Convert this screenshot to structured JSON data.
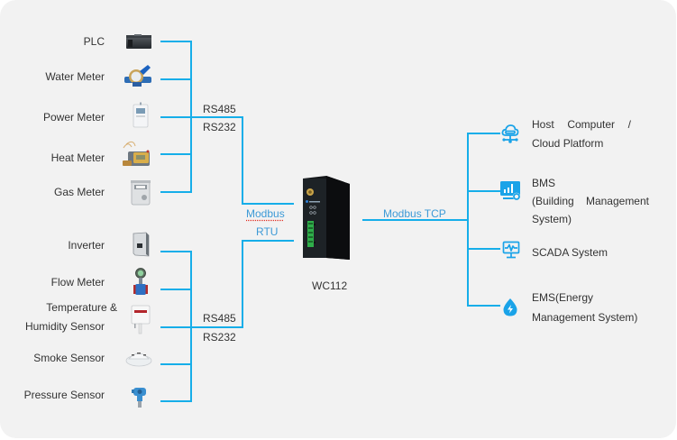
{
  "diagram": {
    "left_groups": [
      {
        "devices": [
          {
            "label": "PLC",
            "icon": "plc-icon"
          },
          {
            "label": "Water Meter",
            "icon": "water-meter-icon"
          },
          {
            "label": "Power Meter",
            "icon": "power-meter-icon"
          },
          {
            "label": "Heat Meter",
            "icon": "heat-meter-icon"
          },
          {
            "label": "Gas Meter",
            "icon": "gas-meter-icon"
          }
        ],
        "bus_labels": [
          "RS485",
          "RS232"
        ]
      },
      {
        "devices": [
          {
            "label": "Inverter",
            "icon": "inverter-icon"
          },
          {
            "label": "Flow Meter",
            "icon": "flow-meter-icon"
          },
          {
            "label_lines": [
              "Temperature &",
              "Humidity Sensor"
            ],
            "icon": "temperature-humidity-sensor-icon"
          },
          {
            "label": "Smoke Sensor",
            "icon": "smoke-sensor-icon"
          },
          {
            "label": "Pressure Sensor",
            "icon": "pressure-sensor-icon"
          }
        ],
        "bus_labels": [
          "RS485",
          "RS232"
        ]
      }
    ],
    "protocol_in": [
      "Modbus",
      "RTU"
    ],
    "gateway": {
      "name": "WC112",
      "icon": "gateway-device-icon"
    },
    "protocol_out": "Modbus TCP",
    "targets": [
      {
        "lines": [
          "Host Computer /",
          "Cloud Platform"
        ],
        "icon": "cloud-platform-icon"
      },
      {
        "lines": [
          "BMS",
          "(Building Management",
          "System)"
        ],
        "icon": "bms-dashboard-icon"
      },
      {
        "lines": [
          "SCADA System"
        ],
        "icon": "scada-monitor-icon"
      },
      {
        "lines": [
          "EMS(Energy",
          "Management System)"
        ],
        "icon": "energy-drop-icon"
      }
    ]
  },
  "colors": {
    "connector_line": "#16aee9",
    "protocol_text": "#3d9ad6",
    "label_text": "#333333",
    "card_background": "#f2f2f2",
    "icon_blue": "#1aa3e8"
  }
}
